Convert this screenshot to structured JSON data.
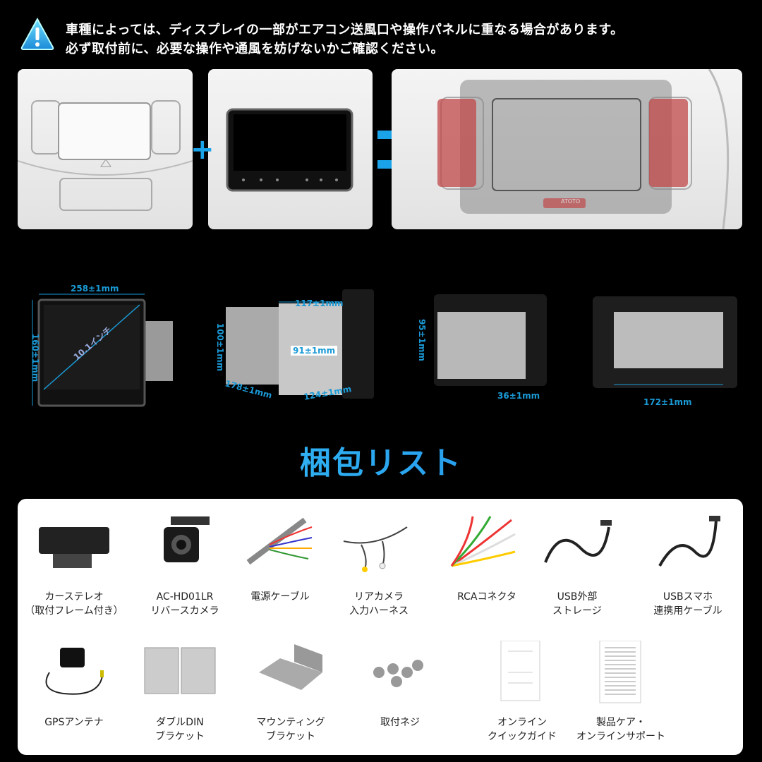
{
  "notice": {
    "icon": "warning-triangle-icon",
    "line1": "車種によっては、ディスプレイの一部がエアコン送風口や操作パネルに重なる場合があります。",
    "line2": "必ず取付前に、必要な操作や通風を妨げないかご確認ください。"
  },
  "install_illustration": {
    "plus": "+",
    "brand_logo": "ATOTO"
  },
  "dimensions": {
    "width": "258±1mm",
    "height": "160±1mm",
    "screen": "10.1インチ",
    "frame_width": "117±1mm",
    "frame_height": "100±1mm",
    "inner_height": "91±1mm",
    "depth": "178±1mm",
    "chassis_depth": "124±1mm",
    "rear_height": "95±1mm",
    "rear_depth": "36±1mm",
    "rear_width": "172±1mm"
  },
  "package": {
    "title": "梱包リスト",
    "items": [
      {
        "label1": "カーステレオ",
        "label2": "（取付フレーム付き）",
        "icon": "car-stereo-icon"
      },
      {
        "label1": "AC-HD01LR",
        "label2": "リバースカメラ",
        "icon": "reverse-camera-icon"
      },
      {
        "label1": "電源ケーブル",
        "label2": "",
        "icon": "power-cable-icon"
      },
      {
        "label1": "リアカメラ",
        "label2": "入力ハーネス",
        "icon": "camera-harness-icon"
      },
      {
        "label1": "RCAコネクタ",
        "label2": "",
        "icon": "rca-connector-icon"
      },
      {
        "label1": "USB外部",
        "label2": "ストレージ",
        "icon": "usb-storage-cable-icon"
      },
      {
        "label1": "USBスマホ",
        "label2": "連携用ケーブル",
        "icon": "usb-phone-cable-icon"
      },
      {
        "label1": "GPSアンテナ",
        "label2": "",
        "icon": "gps-antenna-icon"
      },
      {
        "label1": "ダブルDIN",
        "label2": "ブラケット",
        "icon": "double-din-bracket-icon"
      },
      {
        "label1": "マウンティング",
        "label2": "ブラケット",
        "icon": "mounting-bracket-icon"
      },
      {
        "label1": "取付ネジ",
        "label2": "",
        "icon": "screws-icon"
      },
      {
        "label1": "オンライン",
        "label2": "クイックガイド",
        "icon": "quick-guide-icon"
      },
      {
        "label1": "製品ケア・",
        "label2": "オンラインサポート",
        "icon": "support-card-icon"
      }
    ]
  }
}
